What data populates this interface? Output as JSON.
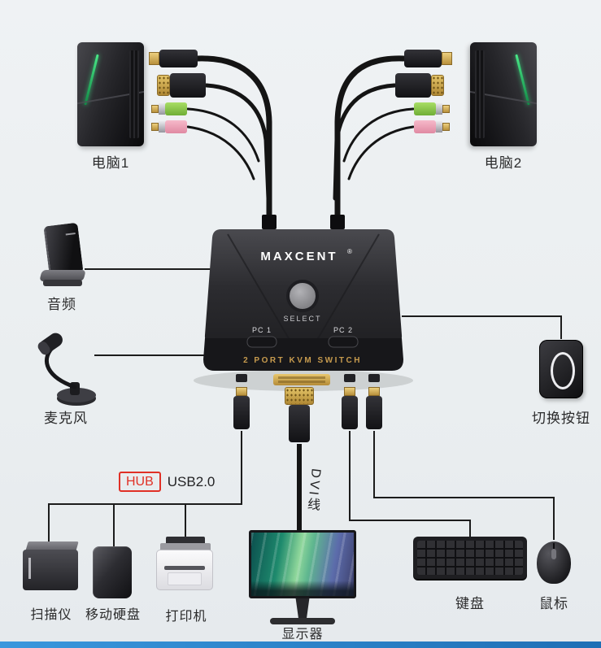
{
  "labels": {
    "computer1": "电脑1",
    "computer2": "电脑2",
    "audio": "音频",
    "microphone": "麦克风",
    "switch_button": "切换按钮",
    "hub": "HUB",
    "usb20": "USB2.0",
    "scanner": "扫描仪",
    "hard_drive": "移动硬盘",
    "printer": "打印机",
    "monitor": "显示器",
    "dvi_cable": "DVI线",
    "keyboard": "键盘",
    "mouse": "鼠标"
  },
  "kvm": {
    "brand": "MAXCENT",
    "reg_mark": "®",
    "select": "SELECT",
    "pc1": "PC 1",
    "pc2": "PC 2",
    "model": "2 PORT KVM SWITCH"
  },
  "colors": {
    "background": "#edf0f2",
    "footer_blue": "#2a86d1",
    "hub_red": "#e03026",
    "connector_gold": "#d2a64e",
    "audio_jack_green": "#8fd14f",
    "audio_jack_pink": "#f2a7bb",
    "cable_black": "#141414",
    "line_black": "#1c1c1c",
    "kvm_model_gold": "#c79b4e",
    "tower_accent_green": "#2ee06e"
  }
}
